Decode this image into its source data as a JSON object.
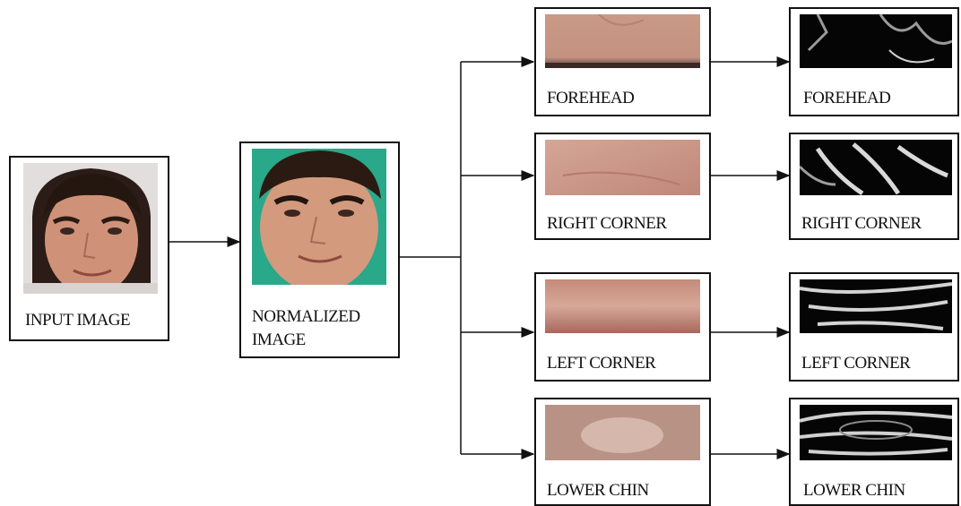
{
  "input": {
    "label": "INPUT IMAGE"
  },
  "normalized": {
    "label_line1": "NORMALIZED",
    "label_line2": "IMAGE"
  },
  "regions": [
    {
      "label": "FOREHEAD"
    },
    {
      "label": "RIGHT CORNER"
    },
    {
      "label": "LEFT CORNER"
    },
    {
      "label": "LOWER CHIN"
    }
  ],
  "features": [
    {
      "label": "FOREHEAD"
    },
    {
      "label": "RIGHT CORNER"
    },
    {
      "label": "LEFT CORNER"
    },
    {
      "label": "LOWER CHIN"
    }
  ],
  "colors": {
    "line": "#111111",
    "skin": "#c98e78",
    "feature_bg": "#050505"
  }
}
